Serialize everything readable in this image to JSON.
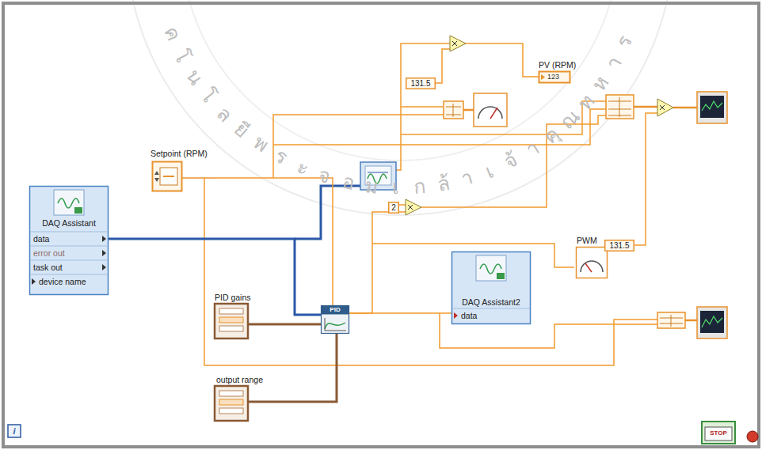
{
  "diagram": {
    "nodes": [
      {
        "text": [
          "DAQ Assistant",
          "data",
          "error out",
          "task out",
          "device name"
        ]
      },
      {
        "text": [
          "Setpoint (RPM)"
        ]
      },
      {
        "text": [
          "PV (RPM)",
          "123"
        ]
      },
      {
        "text": [
          "131.5"
        ]
      },
      {
        "text": [
          "2"
        ]
      },
      {
        "text": [
          "PID gains"
        ]
      },
      {
        "text": [
          "PID"
        ]
      },
      {
        "text": [
          "DAQ Assistant2",
          "data"
        ]
      },
      {
        "text": [
          "PWM"
        ]
      },
      {
        "text": [
          "131.5"
        ]
      },
      {
        "text": [
          "output range"
        ]
      },
      {
        "text": [
          "STOP"
        ]
      }
    ],
    "edges": [
      {
        "from": 0,
        "to": 6,
        "arrow": "none"
      },
      {
        "from": 1,
        "to": 6,
        "arrow": "none"
      },
      {
        "from": 5,
        "to": 6,
        "arrow": "none"
      },
      {
        "from": 10,
        "to": 6,
        "arrow": "none"
      },
      {
        "from": 6,
        "to": 7,
        "arrow": "none"
      },
      {
        "from": 6,
        "to": 8,
        "arrow": "none"
      }
    ],
    "labels": [
      "i",
      "คโนโลยีพระจอมเกล้าเจ้าคุณทหาร"
    ]
  }
}
